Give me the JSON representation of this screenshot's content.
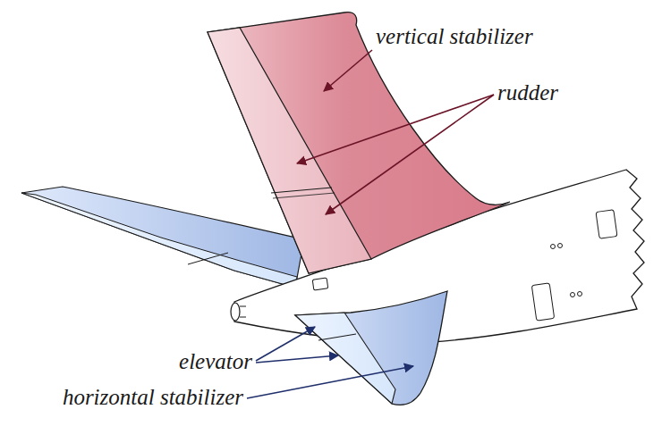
{
  "diagram": {
    "labels": [
      "vertical stabilizer",
      "rudder",
      "elevator",
      "horizontal stabilizer"
    ]
  }
}
